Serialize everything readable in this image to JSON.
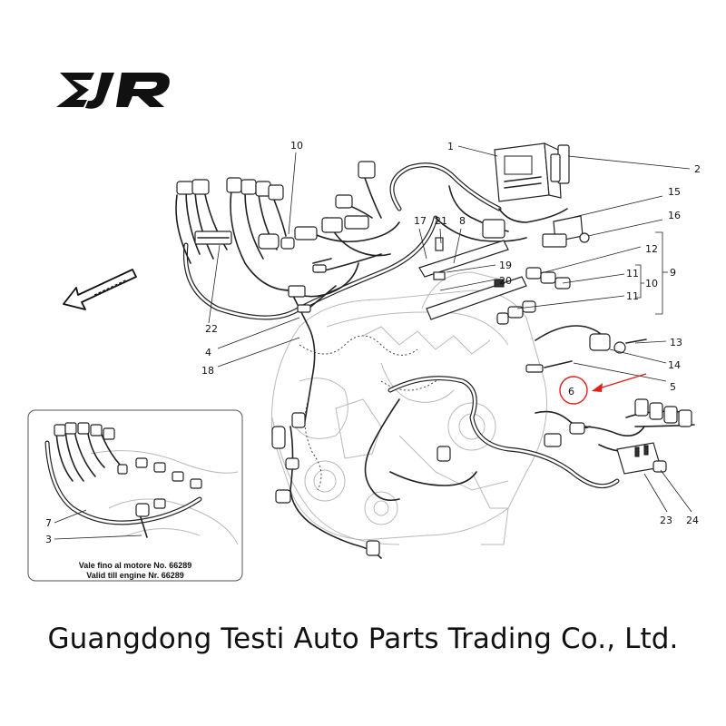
{
  "brand": {
    "logo_text": "EJR"
  },
  "callouts": [
    {
      "id": "c1",
      "text": "1"
    },
    {
      "id": "c2",
      "text": "2"
    },
    {
      "id": "c3",
      "text": "3"
    },
    {
      "id": "c4",
      "text": "4"
    },
    {
      "id": "c5",
      "text": "5"
    },
    {
      "id": "c6",
      "text": "6"
    },
    {
      "id": "c7",
      "text": "7"
    },
    {
      "id": "c8",
      "text": "8"
    },
    {
      "id": "c9",
      "text": "9"
    },
    {
      "id": "c10a",
      "text": "10"
    },
    {
      "id": "c10b",
      "text": "10"
    },
    {
      "id": "c11a",
      "text": "11"
    },
    {
      "id": "c11b",
      "text": "11"
    },
    {
      "id": "c12",
      "text": "12"
    },
    {
      "id": "c13",
      "text": "13"
    },
    {
      "id": "c14",
      "text": "14"
    },
    {
      "id": "c15",
      "text": "15"
    },
    {
      "id": "c16",
      "text": "16"
    },
    {
      "id": "c17",
      "text": "17"
    },
    {
      "id": "c18",
      "text": "18"
    },
    {
      "id": "c19",
      "text": "19"
    },
    {
      "id": "c20",
      "text": "20"
    },
    {
      "id": "c21",
      "text": "21"
    },
    {
      "id": "c22",
      "text": "22"
    },
    {
      "id": "c23",
      "text": "23"
    },
    {
      "id": "c24",
      "text": "24"
    }
  ],
  "inset": {
    "note_it": "Vale fino al motore No. 66289",
    "note_en": "Valid till engine Nr. 66289"
  },
  "highlight": {
    "color": "#e0201c",
    "part_number": "6"
  },
  "footer": {
    "company": "Guangdong Testi Auto Parts Trading Co., Ltd."
  }
}
